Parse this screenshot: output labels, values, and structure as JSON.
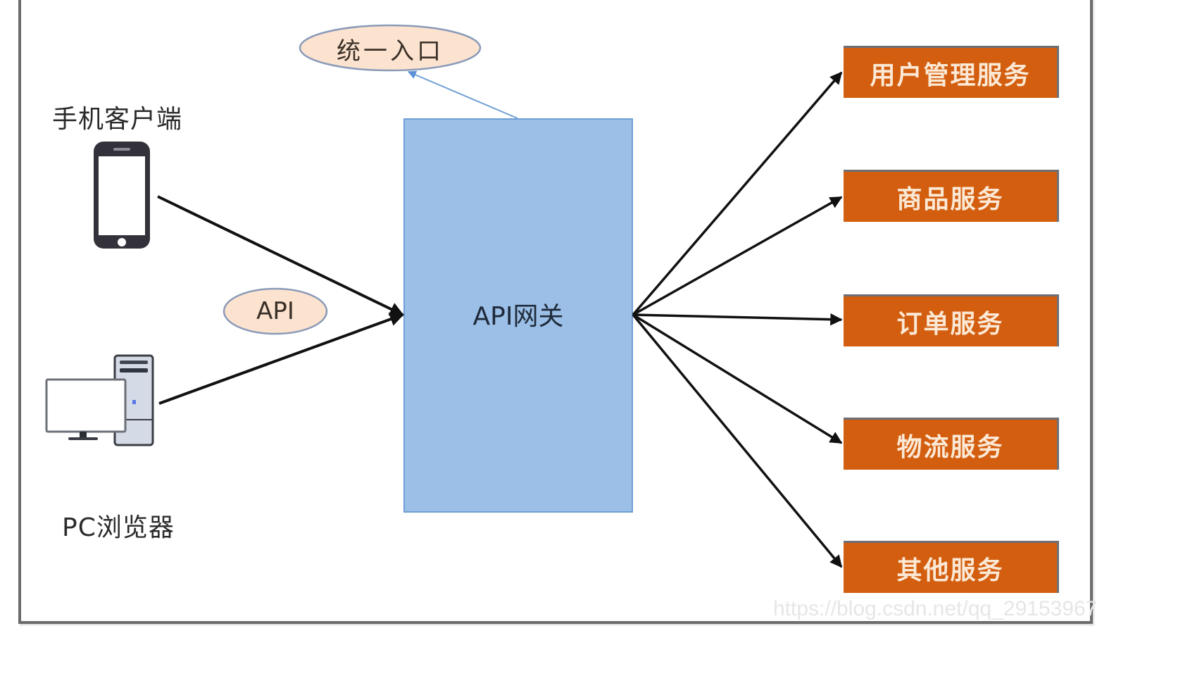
{
  "diagram": {
    "title": "API Gateway architecture",
    "clients": [
      {
        "id": "mobile",
        "label": "手机客户端",
        "icon": "smartphone-icon"
      },
      {
        "id": "pc",
        "label": "PC浏览器",
        "icon": "desktop-computer-icon"
      }
    ],
    "annotations": {
      "entry_label": "统一入口",
      "api_label": "API"
    },
    "gateway": {
      "label": "API网关"
    },
    "services": [
      {
        "label": "用户管理服务"
      },
      {
        "label": "商品服务"
      },
      {
        "label": "订单服务"
      },
      {
        "label": "物流服务"
      },
      {
        "label": "其他服务"
      }
    ],
    "edges": [
      {
        "from": "手机客户端",
        "to": "API网关"
      },
      {
        "from": "PC浏览器",
        "to": "API网关"
      },
      {
        "from": "API网关",
        "to": "统一入口",
        "style": "thin-blue"
      },
      {
        "from": "API网关",
        "to": "用户管理服务"
      },
      {
        "from": "API网关",
        "to": "商品服务"
      },
      {
        "from": "API网关",
        "to": "订单服务"
      },
      {
        "from": "API网关",
        "to": "物流服务"
      },
      {
        "from": "API网关",
        "to": "其他服务"
      }
    ],
    "colors": {
      "gateway_fill": "#9bbfe6",
      "gateway_border": "#6f9fd6",
      "service_fill": "#d35e0f",
      "service_text": "#fbe9d6",
      "ellipse_fill": "#fbe3d0",
      "ellipse_border": "#8a9ab8",
      "arrow": "#111111",
      "entry_arrow": "#6f9fd6"
    },
    "watermark": "https://blog.csdn.net/qq_29153967"
  }
}
